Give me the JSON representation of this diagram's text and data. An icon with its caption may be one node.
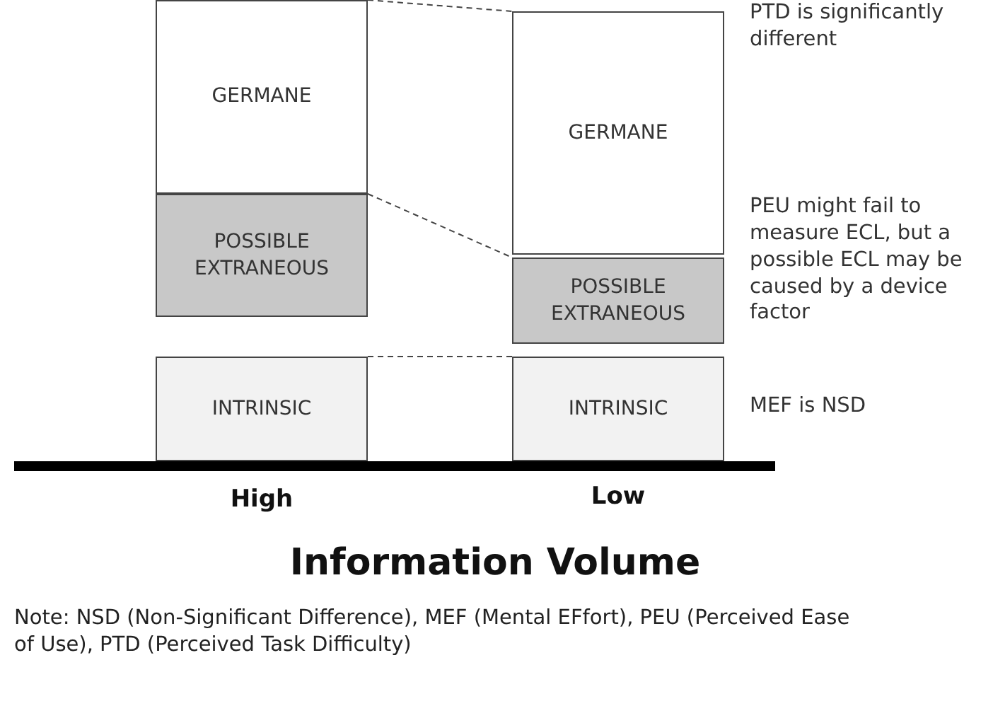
{
  "diagram": {
    "caption": "Note: NSD (Non-Significant Difference), MEF (Mental EFfort), PEU (Perceived Ease of Use), PTD (Perceived Task Difficulty)",
    "nodes": [
      {
        "text": [
          "GERMANE"
        ]
      },
      {
        "text": [
          "POSSIBLE EXTRANEOUS"
        ]
      },
      {
        "text": [
          "INTRINSIC"
        ]
      },
      {
        "text": [
          "GERMANE"
        ]
      },
      {
        "text": [
          "POSSIBLE EXTRANEOUS"
        ]
      },
      {
        "text": [
          "INTRINSIC"
        ]
      }
    ],
    "edges": [
      {
        "from": 0,
        "to": 3,
        "arrow": "none",
        "style": "dashed"
      },
      {
        "from": 1,
        "to": 4,
        "arrow": "none",
        "style": "dashed"
      },
      {
        "from": 2,
        "to": 5,
        "arrow": "none",
        "style": "dashed"
      }
    ],
    "labels": [
      "PTD is significantly different",
      "PEU might fail to measure ECL, but a possible ECL may be caused by a device factor",
      "MEF is NSD",
      "High",
      "Low",
      "Information Volume"
    ]
  }
}
